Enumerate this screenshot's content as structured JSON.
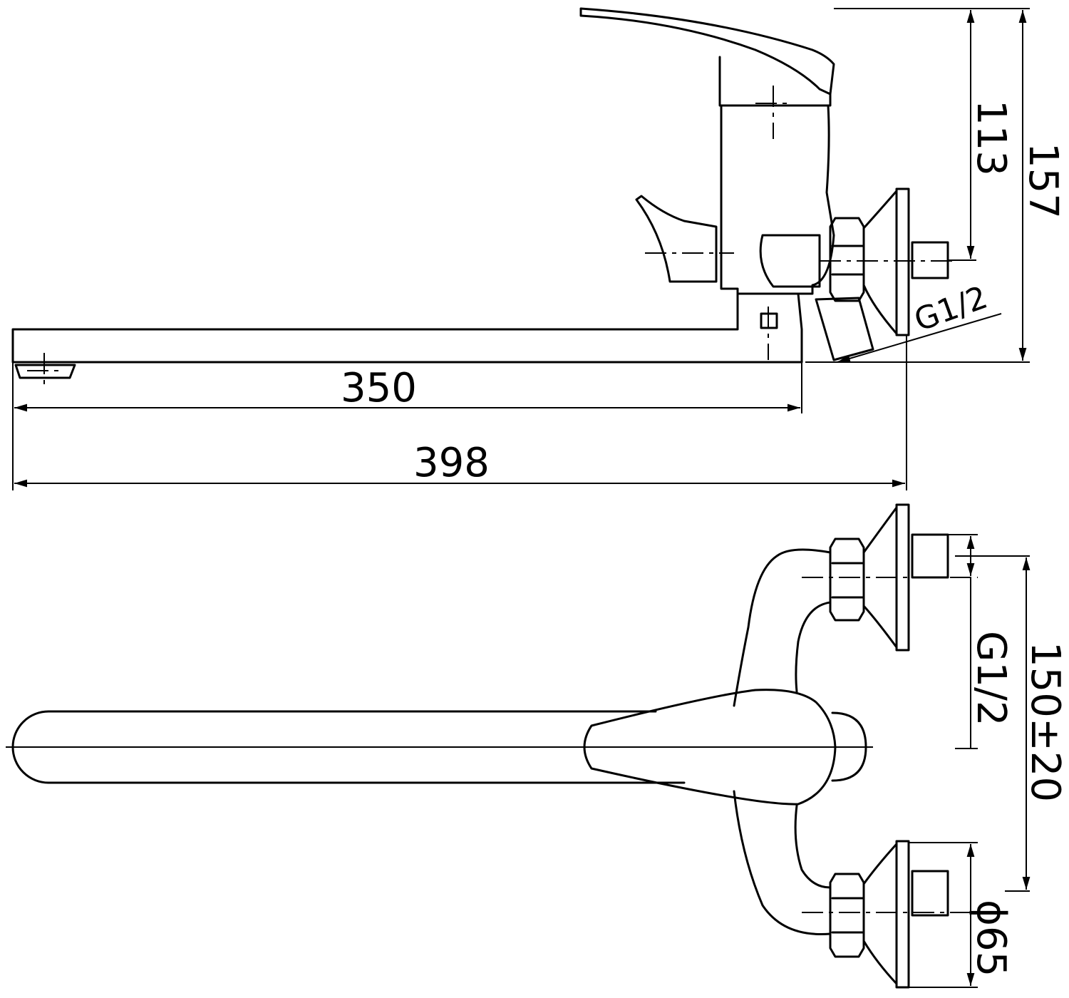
{
  "drawing": {
    "side_view": {
      "dim_height_to_inlet": "113",
      "dim_total_height": "157",
      "dim_thread": "G1/2",
      "dim_spout_reach": "350",
      "dim_total_length": "398"
    },
    "top_view": {
      "dim_thread": "G1/2",
      "dim_inlet_spacing": "150±20",
      "dim_flange_diameter": "ϕ65"
    }
  }
}
